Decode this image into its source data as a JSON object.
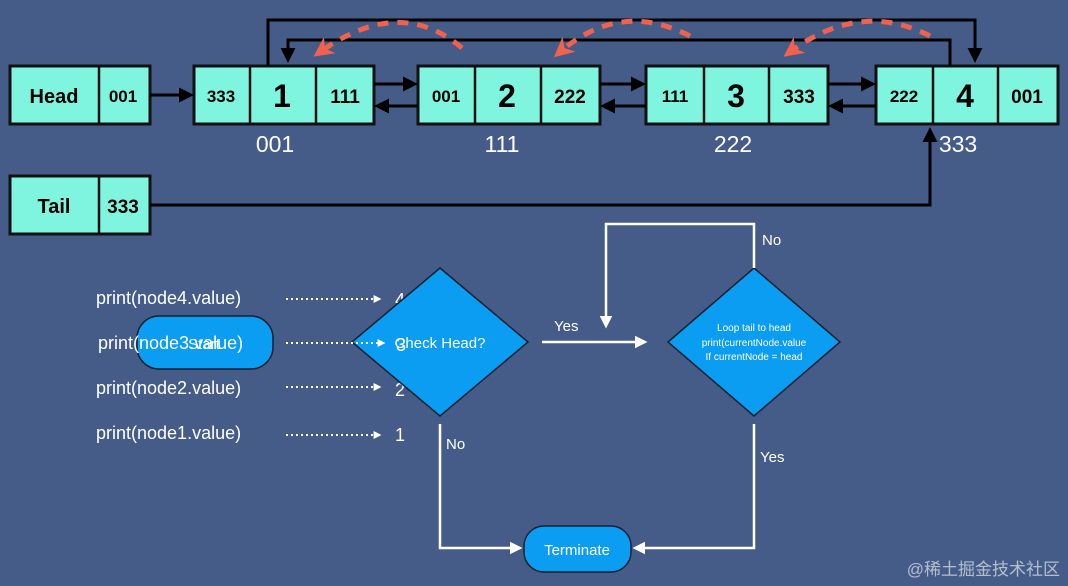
{
  "linked_list": {
    "head": {
      "label": "Head",
      "pointer": "001"
    },
    "tail": {
      "label": "Tail",
      "pointer": "333"
    },
    "nodes": [
      {
        "prev": "333",
        "value": "1",
        "next": "111",
        "address": "001"
      },
      {
        "prev": "001",
        "value": "2",
        "next": "222",
        "address": "111"
      },
      {
        "prev": "111",
        "value": "3",
        "next": "333",
        "address": "222"
      },
      {
        "prev": "222",
        "value": "4",
        "next": "001",
        "address": "333"
      }
    ]
  },
  "prints": [
    {
      "call": "print(node4.value)",
      "output": "4"
    },
    {
      "call": "print(node3.value)",
      "output": "3"
    },
    {
      "call": "print(node2.value)",
      "output": "2"
    },
    {
      "call": "print(node1.value)",
      "output": "1"
    }
  ],
  "flowchart": {
    "start": "Start",
    "check_head": "Check Head?",
    "loop_lines": [
      "Loop tail to head",
      "print(currentNode.value",
      "If currentNode = head"
    ],
    "terminate": "Terminate",
    "yes": "Yes",
    "no": "No"
  },
  "watermark": "@稀土掘金技术社区",
  "colors": {
    "background": "#455c88",
    "node_fill": "#7ff5e0",
    "flow_fill": "#0a9df2",
    "dashed_arrow": "#f0624e"
  }
}
